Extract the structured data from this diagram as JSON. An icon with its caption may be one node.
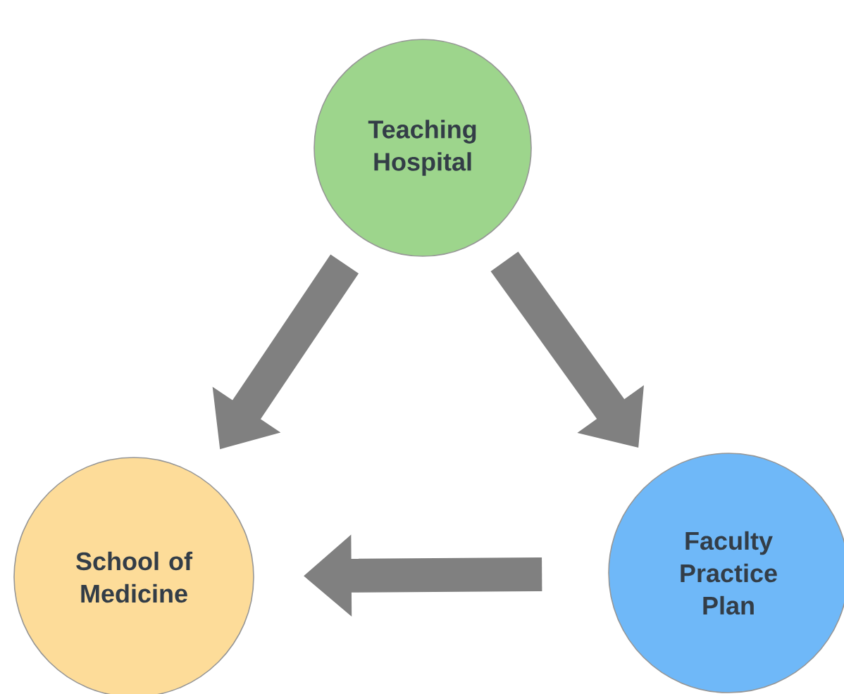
{
  "diagram": {
    "nodes": [
      {
        "text": [
          "Teaching Hospital"
        ]
      },
      {
        "text": [
          "School of Medicine"
        ]
      },
      {
        "text": [
          "Faculty Practice Plan"
        ]
      }
    ],
    "edges": [
      {
        "from": 0,
        "to": 1,
        "arrow": "to"
      },
      {
        "from": 0,
        "to": 2,
        "arrow": "to"
      },
      {
        "from": 2,
        "to": 1,
        "arrow": "to"
      }
    ]
  }
}
